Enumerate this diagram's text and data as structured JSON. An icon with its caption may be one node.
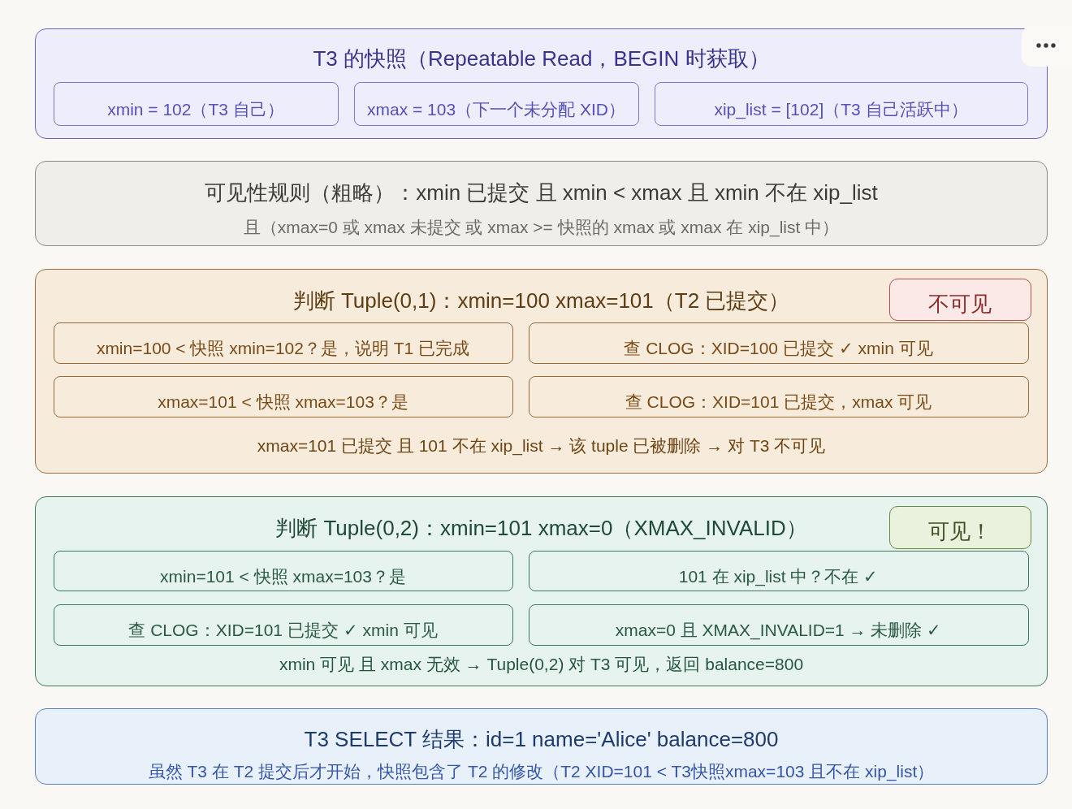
{
  "diagram": {
    "nodes": [
      {
        "text": [
          "T3 的快照（Repeatable Read，BEGIN 时获取）"
        ]
      },
      {
        "text": [
          "xmin = 102（T3 自己）"
        ],
        "in": 0
      },
      {
        "text": [
          "xmax = 103（下一个未分配 XID）"
        ],
        "in": 0
      },
      {
        "text": [
          "xip_list = [102]（T3 自己活跃中）"
        ],
        "in": 0
      },
      {
        "text": [
          "可见性规则（粗略）：xmin 已提交 且 xmin < xmax 且 xmin 不在 xip_list",
          "且（xmax=0 或 xmax 未提交 或 xmax >= 快照的 xmax 或 xmax 在 xip_list 中）"
        ]
      },
      {
        "text": [
          "判断 Tuple(0,1)：xmin=100 xmax=101（T2 已提交）",
          "xmax=101 已提交 且 101 不在 xip_list → 该 tuple 已被删除 → 对 T3 不可见"
        ]
      },
      {
        "text": [
          "不可见"
        ],
        "in": 5
      },
      {
        "text": [
          "xmin=100 < 快照 xmin=102？是，说明 T1 已完成"
        ],
        "in": 5
      },
      {
        "text": [
          "查 CLOG：XID=100 已提交 ✓ xmin 可见"
        ],
        "in": 5
      },
      {
        "text": [
          "xmax=101 < 快照 xmax=103？是"
        ],
        "in": 5
      },
      {
        "text": [
          "查 CLOG：XID=101 已提交，xmax 可见"
        ],
        "in": 5
      },
      {
        "text": [
          "判断 Tuple(0,2)：xmin=101 xmax=0（XMAX_INVALID）",
          "xmin 可见 且 xmax 无效 → Tuple(0,2) 对 T3 可见，返回 balance=800"
        ]
      },
      {
        "text": [
          "可见！"
        ],
        "in": 11
      },
      {
        "text": [
          "xmin=101 < 快照 xmax=103？是"
        ],
        "in": 11
      },
      {
        "text": [
          "101 在 xip_list 中？不在 ✓"
        ],
        "in": 11
      },
      {
        "text": [
          "查 CLOG：XID=101 已提交 ✓ xmin 可见"
        ],
        "in": 11
      },
      {
        "text": [
          "xmax=0 且 XMAX_INVALID=1 → 未删除 ✓"
        ],
        "in": 11
      },
      {
        "text": [
          "T3 SELECT 结果：id=1 name='Alice' balance=800",
          "虽然 T3 在 T2 提交后才开始，快照包含了 T2 的修改（T2 XID=101 < T3快照xmax=103 且不在 xip_list）"
        ]
      }
    ]
  }
}
